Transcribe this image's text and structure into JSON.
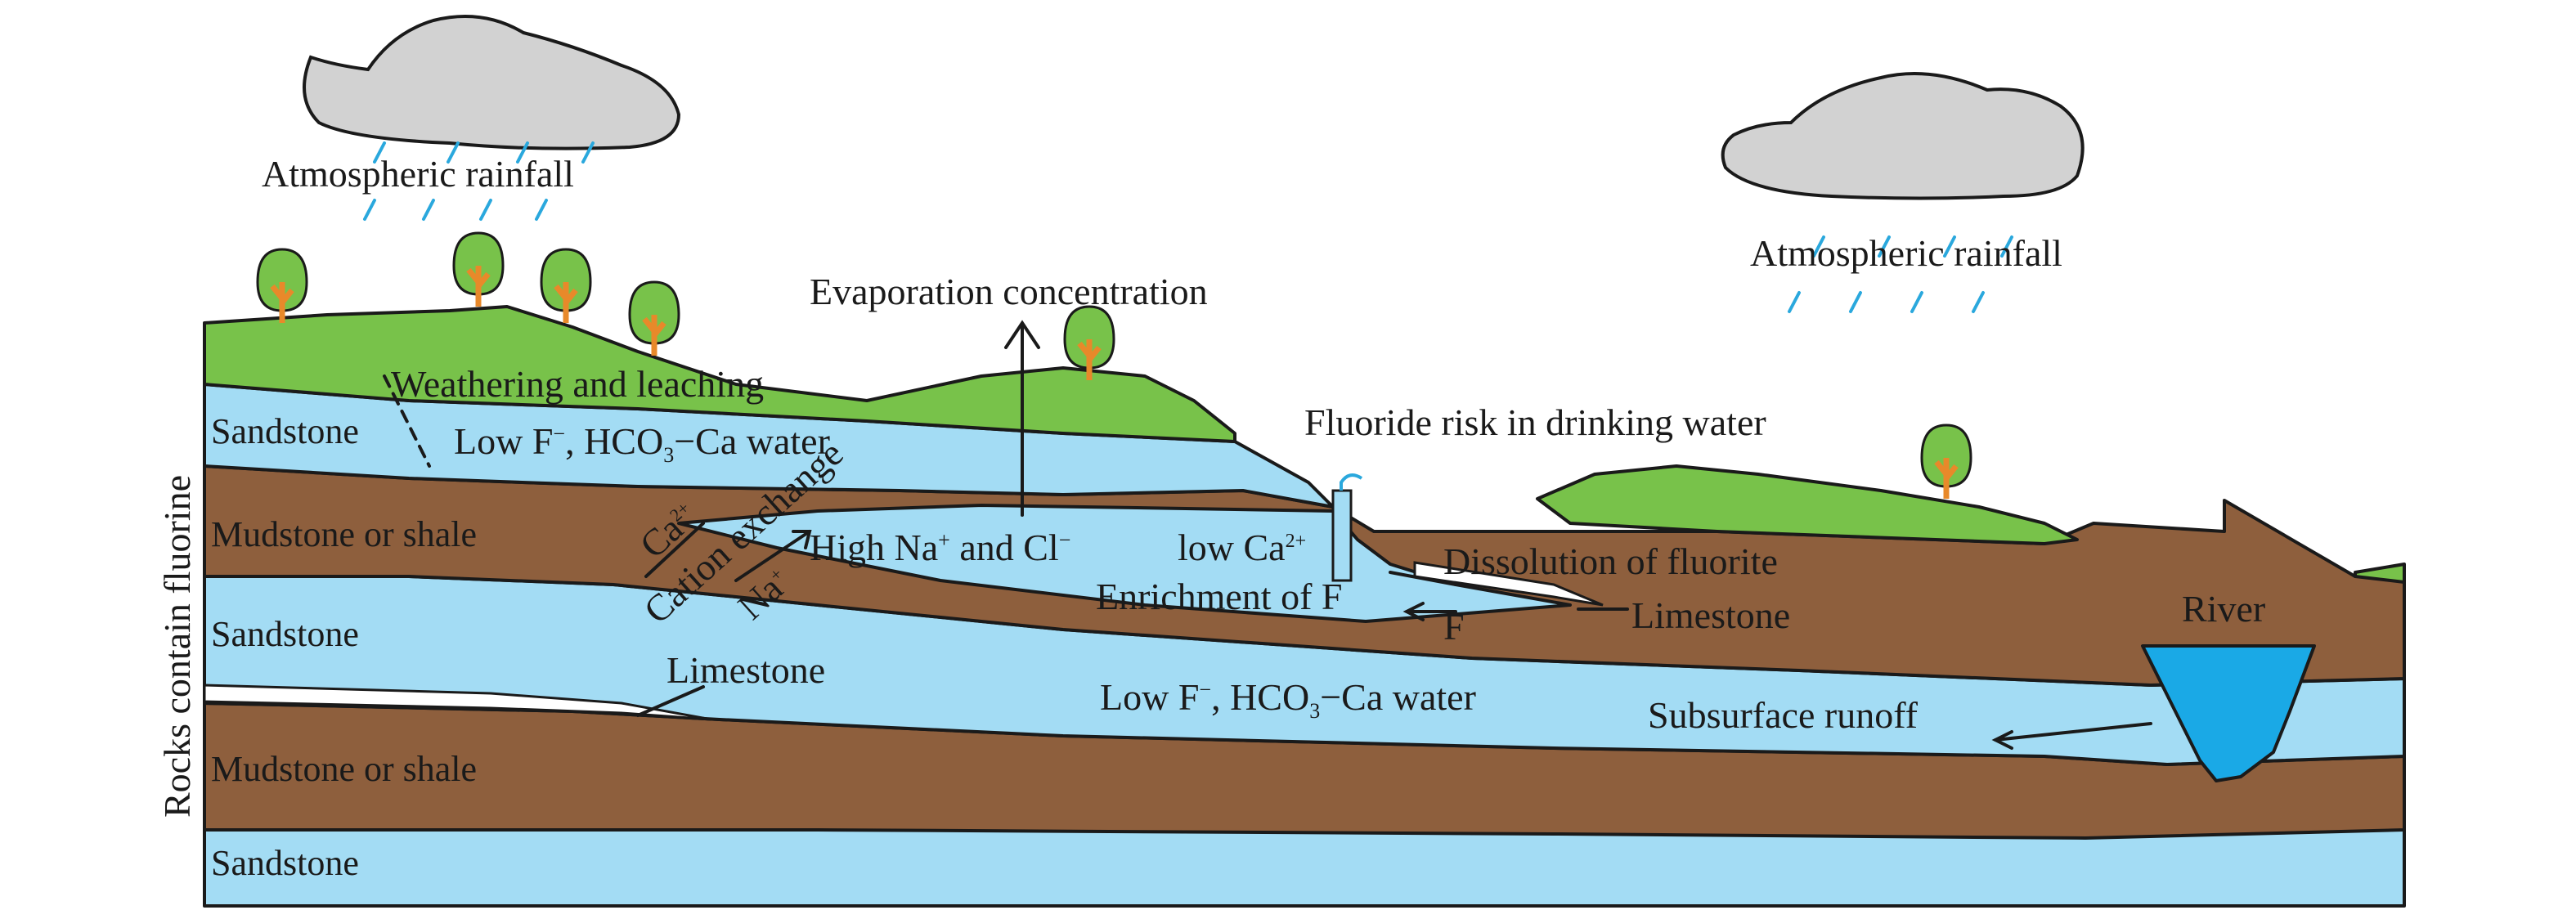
{
  "side_label": "Rocks contain fluorine",
  "labels": {
    "rain_left": "Atmospheric rainfall",
    "rain_right": "Atmospheric rainfall",
    "evaporation": "Evaporation concentration",
    "weathering": "Weathering and leaching",
    "fluoride_risk": "Fluoride risk in drinking water",
    "river": "River",
    "cation_exchange": "Cation exchange",
    "ca_ion": "Ca",
    "na_ion": "Na",
    "high_na_cl_a": "High Na",
    "high_na_cl_b": " and Cl",
    "low_ca": "low Ca",
    "dissolution": "Dissolution of fluorite",
    "enrichment": "Enrichment of F",
    "f_ion": "F",
    "limestone_right": "Limestone",
    "limestone_left": "Limestone",
    "subsurface_runoff": "Subsurface runoff",
    "low_f_water_upper_a": "Low F",
    "low_f_water_upper_b": ", HCO",
    "low_f_water_upper_c": "−Ca water",
    "low_f_water_lower_a": "Low F",
    "low_f_water_lower_b": ", HCO",
    "low_f_water_lower_c": "−Ca water",
    "sup_minus": "−",
    "sup_plus": "+",
    "sup_2plus": "2+",
    "sub_3": "3"
  },
  "layers": {
    "l1": "Sandstone",
    "l2": "Mudstone or shale",
    "l3": "Sandstone",
    "l4": "Mudstone or shale",
    "l5": "Sandstone"
  },
  "colors": {
    "grass": "#78c24a",
    "aquifer": "#a3dcf4",
    "mudstone": "#8e5f3d",
    "river": "#1aa9e6",
    "cloud": "#d2d2d2",
    "rain": "#2aa8dd",
    "tree_crown": "#78c24a",
    "tree_trunk": "#e8892a",
    "limestone": "#ffffff"
  }
}
